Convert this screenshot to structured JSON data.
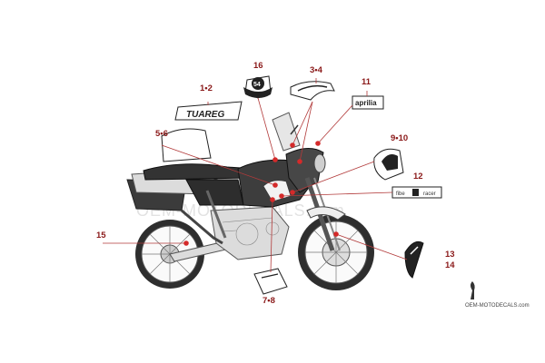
{
  "labels": {
    "p1": "1•2",
    "p3": "3•4",
    "p5": "5•6",
    "p7": "7•8",
    "p9": "9•10",
    "p11": "11",
    "p12": "12",
    "p13": "13",
    "p14": "14",
    "p15": "15",
    "p16": "16"
  },
  "decal_text": {
    "tuareg": "TUAREG",
    "aprilia": "aprilia",
    "badge_number": "54",
    "fibe": "fibe",
    "racer": "racer"
  },
  "watermark": {
    "main": "OEM-MOTODECALS.com",
    "footer": "OEM-MOTODECALS.com"
  },
  "colors": {
    "label": "#8b1a1a",
    "leader": "#b23a3a",
    "point": "#d42a2a"
  }
}
